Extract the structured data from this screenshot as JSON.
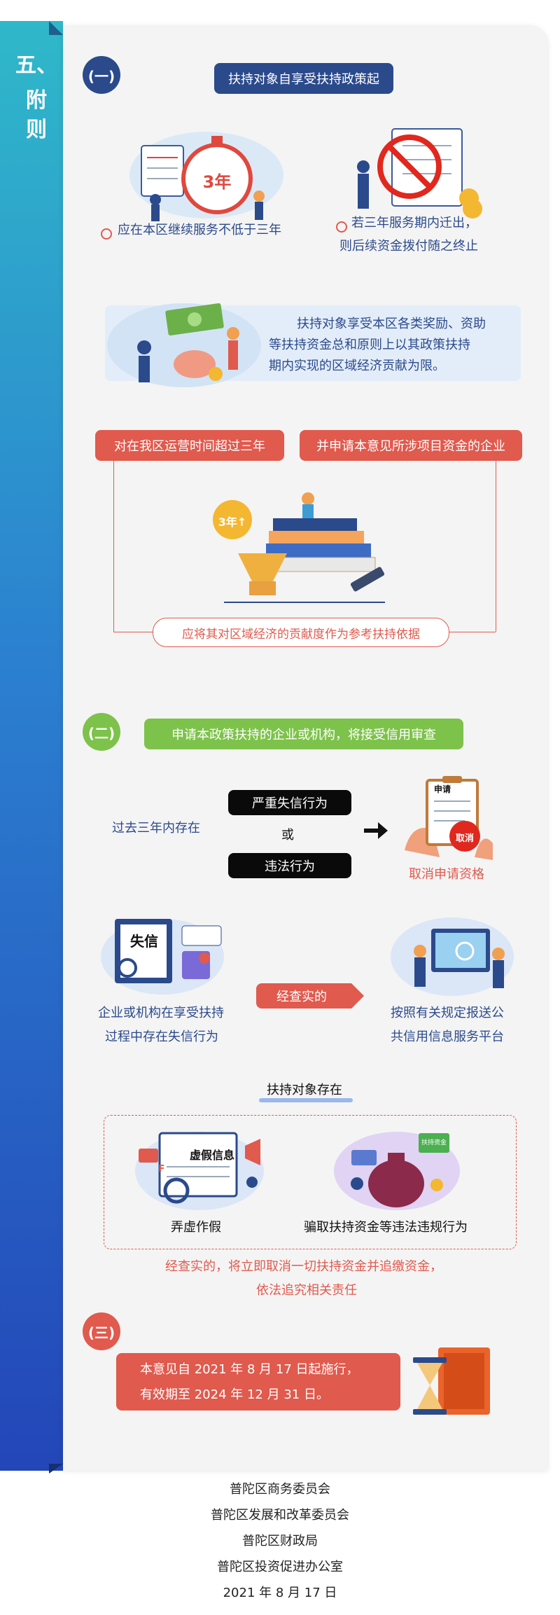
{
  "section_label": [
    "五、",
    "附",
    "则"
  ],
  "part1": {
    "badge": "(一)",
    "title": "扶持对象自享受扶持政策起",
    "icon_3yr": "3年",
    "point_a": "应在本区继续服务不低于三年",
    "point_b_1": "若三年服务期内迁出，",
    "point_b_2": "则后续资金拨付随之终止",
    "desc_1": "扶持对象享受本区各类奖励、资助",
    "desc_2": "等扶持资金总和原则上以其政策扶持",
    "desc_3": "期内实现的区域经济贡献为限。",
    "tag_left": "对在我区运营时间超过三年",
    "tag_right": "并申请本意见所涉项目资金的企业",
    "icon_3yr_up": "3年↑",
    "basis": "应将其对区域经济的贡献度作为参考扶持依据"
  },
  "part2": {
    "badge": "(二)",
    "title": "申请本政策扶持的企业或机构，将接受信用审查",
    "past_three": "过去三年内存在",
    "severe": "严重失信行为",
    "or": "或",
    "illegal": "违法行为",
    "doc_head": "申请",
    "stamp": "取消",
    "cancel": "取消申请资格",
    "board": "失信",
    "during_1": "企业或机构在享受扶持",
    "during_2": "过程中存在失信行为",
    "verified": "经查实的",
    "report_1": "按照有关规定报送公",
    "report_2": "共信用信息服务平台",
    "exists": "扶持对象存在",
    "fake_sign": "虚假信息",
    "fraud": "弄虚作假",
    "fraud_letter": "F",
    "cheat": "骗取扶持资金等违法违规行为",
    "cheat_sign": "扶持资金",
    "result_1": "经查实的，将立即取消一切扶持资金并追缴资金，",
    "result_2": "依法追究相关责任"
  },
  "part3": {
    "badge": "(三)",
    "line_1": "本意见自 2021 年 8 月 17 日起施行，",
    "line_2": "有效期至 2024 年 12 月 31 日。"
  },
  "footer": [
    "普陀区商务委员会",
    "普陀区发展和改革委员会",
    "普陀区财政局",
    "普陀区投资促进办公室",
    "2021 年 8 月 17 日"
  ],
  "colors": {
    "navy": "#2b4a8c",
    "red": "#e05a4e",
    "green": "#7dc24a",
    "black": "#0a0a0a",
    "ribbon_top": "#2fb8c9",
    "ribbon_bottom": "#2346b8"
  }
}
